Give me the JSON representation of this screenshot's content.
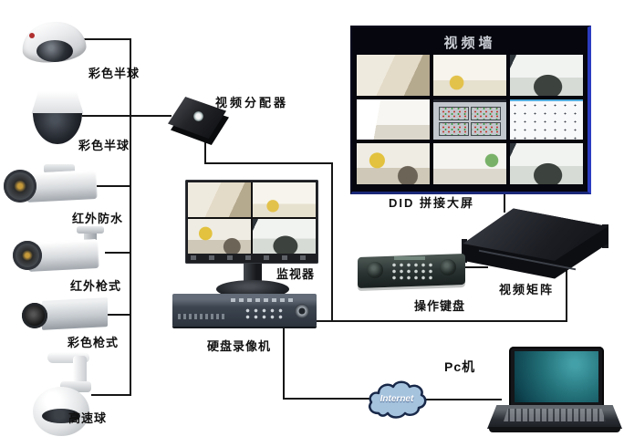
{
  "cameras": [
    {
      "label": "彩色半球",
      "type": "color-dome-camera"
    },
    {
      "label": "彩色半球",
      "type": "color-dome-camera"
    },
    {
      "label": "红外防水",
      "type": "ir-waterproof-camera"
    },
    {
      "label": "红外枪式",
      "type": "ir-gun-camera"
    },
    {
      "label": "彩色枪式",
      "type": "color-gun-camera"
    },
    {
      "label": "高速球",
      "type": "high-speed-dome-camera"
    }
  ],
  "distributor": {
    "label": "视频分配器"
  },
  "monitor": {
    "label": "监视器"
  },
  "dvr": {
    "label": "硬盘录像机"
  },
  "video_wall": {
    "title": "视频墙",
    "caption": "DID 拼接大屏"
  },
  "matrix": {
    "label": "视频矩阵"
  },
  "keyboard": {
    "label": "操作键盘"
  },
  "internet": {
    "label": "Internet"
  },
  "pc": {
    "label": "Pc机"
  },
  "colors": {
    "wire": "#161616",
    "wall_frame_blue": "#2b3cc0",
    "wall_background": "#05060e",
    "cloud_fill": "#a6c3de",
    "cloud_outline": "#182848",
    "laptop_screen_teal": "#237179"
  }
}
